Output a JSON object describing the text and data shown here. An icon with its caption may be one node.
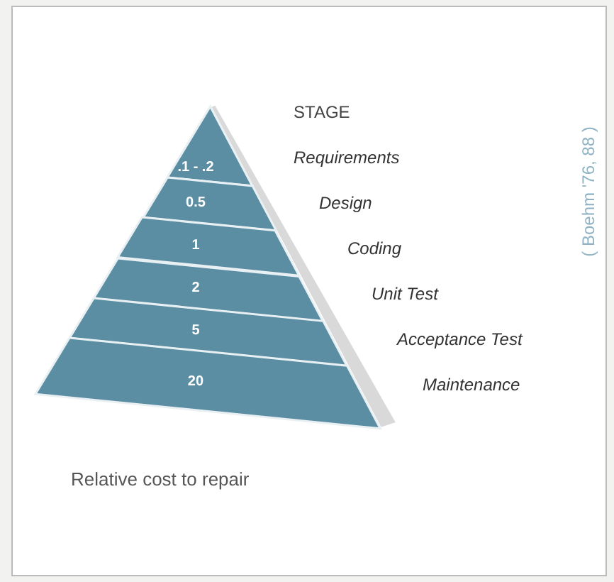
{
  "diagram": {
    "nodes": [
      {
        "text": [
          ".1 - .2"
        ]
      },
      {
        "text": [
          "0.5"
        ]
      },
      {
        "text": [
          "1"
        ]
      },
      {
        "text": [
          "2"
        ]
      },
      {
        "text": [
          "5"
        ]
      },
      {
        "text": [
          "20"
        ]
      }
    ],
    "edges": [],
    "labels": [
      "STAGE",
      "Requirements",
      "Design",
      "Coding",
      "Unit Test",
      "Acceptance Test",
      "Maintenance",
      "( Boehm '76, 88 )",
      "Relative cost to repair"
    ]
  }
}
